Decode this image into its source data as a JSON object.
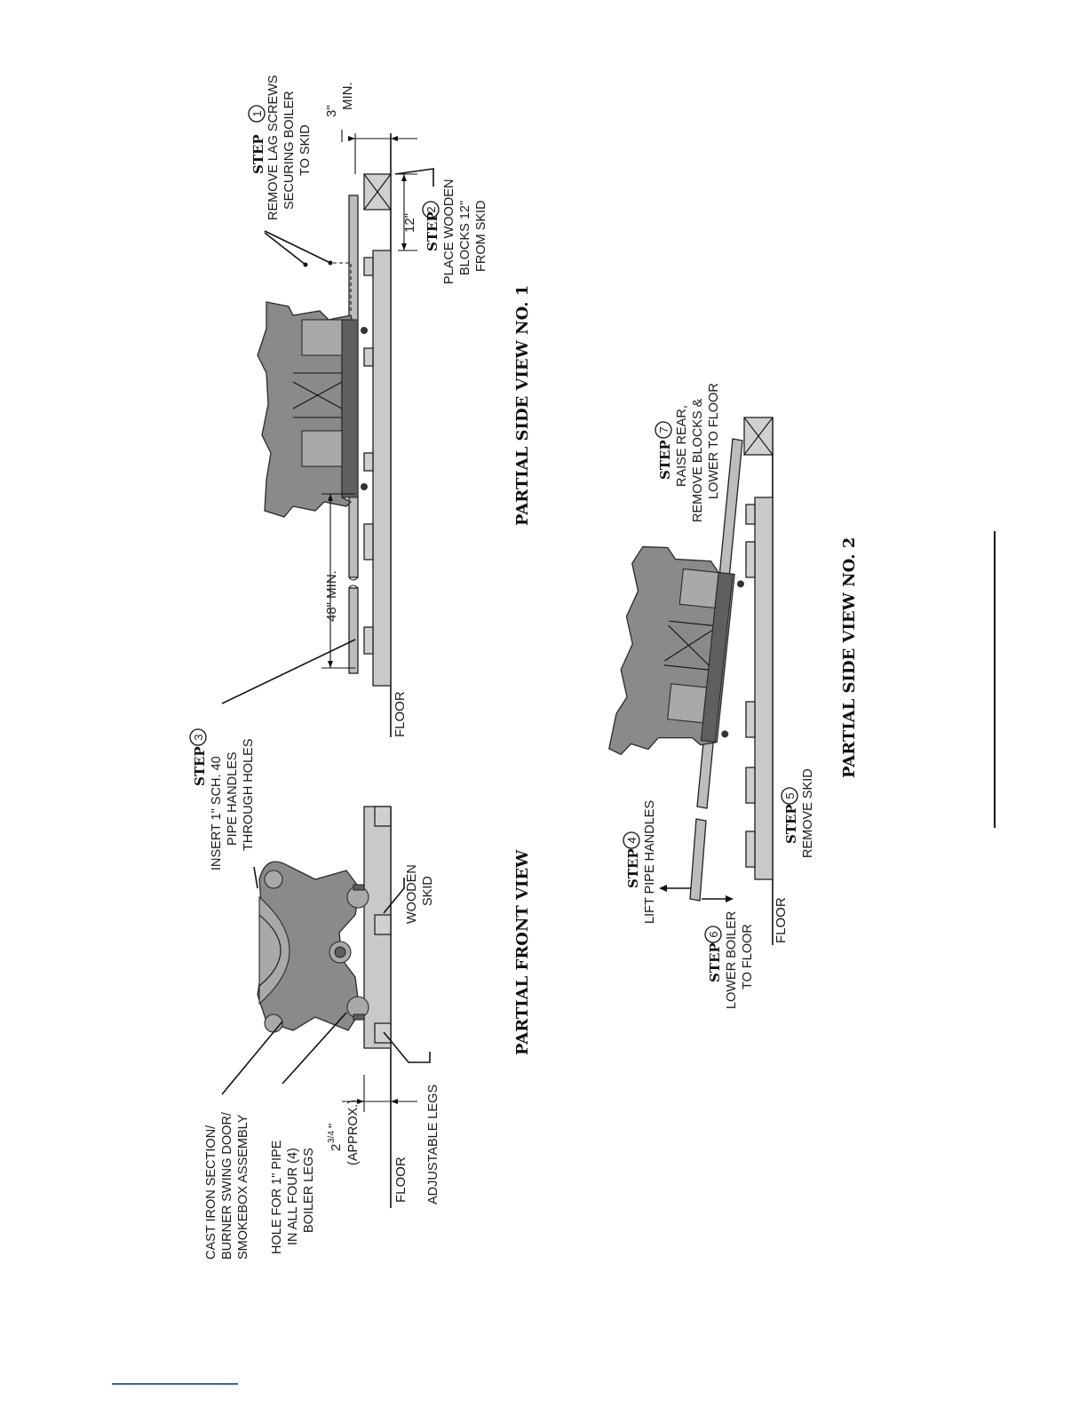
{
  "views": {
    "front": {
      "title": "PARTIAL FRONT VIEW",
      "labels": {
        "cast_iron": [
          "CAST IRON SECTION/",
          "BURNER SWING DOOR/",
          "SMOKEBOX ASSEMBLY"
        ],
        "hole": [
          "HOLE FOR 1\" PIPE",
          "IN ALL FOUR (4)",
          "BOILER LEGS"
        ],
        "dimension": "2",
        "dimension_fraction": "3/4",
        "dimension_unit": "\"",
        "approx": "(APPROX.)",
        "floor": "FLOOR",
        "adjustable_legs": "ADJUSTABLE LEGS",
        "wooden_skid": [
          "WOODEN",
          "SKID"
        ]
      },
      "step3": {
        "word": "STEP",
        "number": "3",
        "lines": [
          "INSERT 1\" SCH. 40",
          "PIPE HANDLES",
          "THROUGH HOLES"
        ]
      }
    },
    "side1": {
      "title": "PARTIAL SIDE VIEW NO. 1",
      "floor": "FLOOR",
      "dim_48": "48\" MIN.",
      "dim_12": "12\"",
      "dim_3": "3\"",
      "dim_3_min": "MIN.",
      "step1": {
        "word": "STEP",
        "number": "1",
        "lines": [
          "REMOVE LAG SCREWS",
          "SECURING BOILER",
          "TO SKID"
        ]
      },
      "step2": {
        "word": "STEP",
        "number": "2",
        "lines": [
          "PLACE WOODEN",
          "BLOCKS 12\"",
          "FROM SKID"
        ]
      }
    },
    "side2": {
      "title": "PARTIAL SIDE VIEW NO. 2",
      "floor": "FLOOR",
      "step4": {
        "word": "STEP",
        "number": "4",
        "lines": [
          "LIFT PIPE HANDLES"
        ]
      },
      "step5": {
        "word": "STEP",
        "number": "5",
        "lines": [
          "REMOVE SKID"
        ]
      },
      "step6": {
        "word": "STEP",
        "number": "6",
        "lines": [
          "LOWER BOILER",
          "TO FLOOR"
        ]
      },
      "step7": {
        "word": "STEP",
        "number": "7",
        "lines": [
          "RAISE REAR,",
          "REMOVE BLOCKS &",
          "LOWER TO FLOOR"
        ]
      }
    }
  },
  "colors": {
    "ink": "#111111",
    "wood": "#c9c9c9",
    "boiler": "#8a8a8a",
    "footer_rule": "#3f5fbf"
  }
}
